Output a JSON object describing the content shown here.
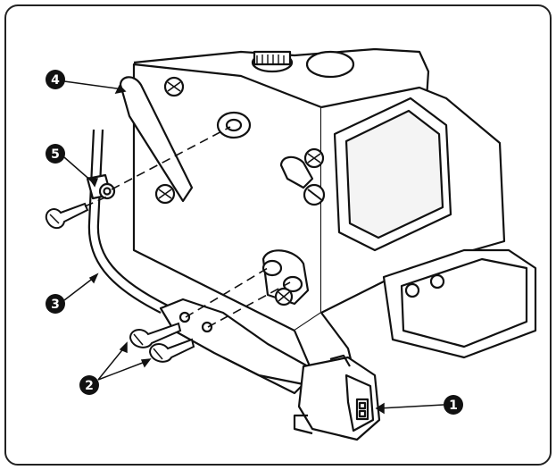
{
  "callouts": [
    {
      "id": "1",
      "label": "1"
    },
    {
      "id": "2",
      "label": "2"
    },
    {
      "id": "3",
      "label": "3"
    },
    {
      "id": "4",
      "label": "4"
    },
    {
      "id": "5",
      "label": "5"
    }
  ],
  "colors": {
    "ink": "#111111",
    "paper": "#ffffff",
    "frame": "#222222"
  }
}
